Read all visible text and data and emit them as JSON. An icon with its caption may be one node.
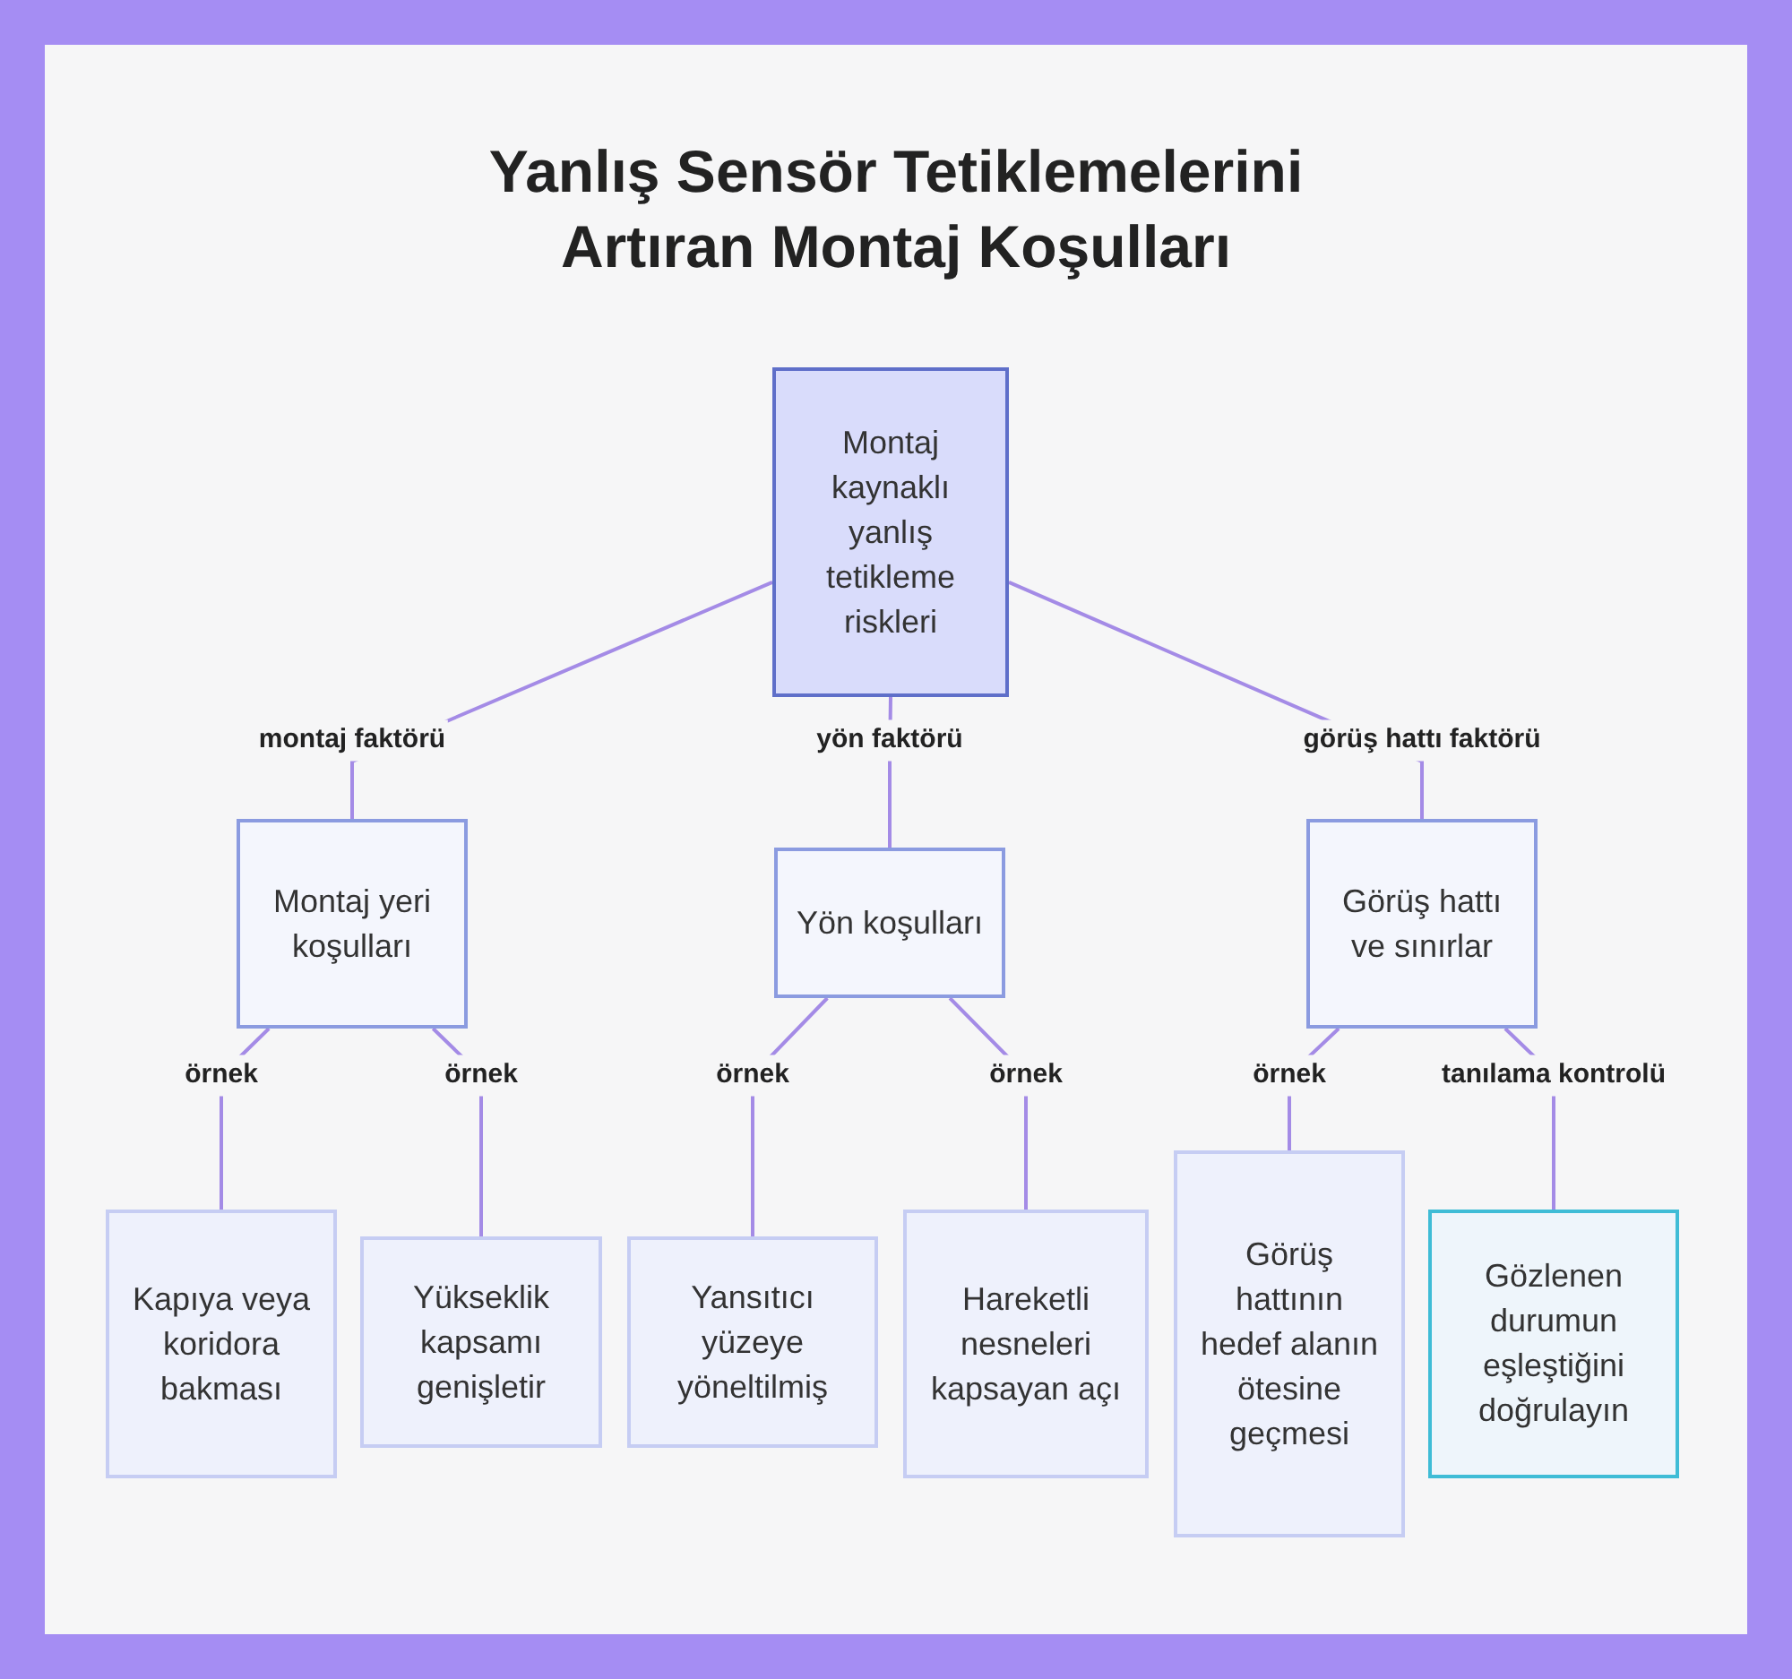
{
  "diagram": {
    "title": "Yanlış Sensör Tetiklemelerini Artıran Montaj Koşulları",
    "nodes": [
      {
        "text": [
          "Montaj kaynaklı yanlış tetikleme riskleri"
        ]
      },
      {
        "text": [
          "Montaj yeri koşulları"
        ]
      },
      {
        "text": [
          "Yön koşulları"
        ]
      },
      {
        "text": [
          "Görüş hattı ve sınırlar"
        ]
      },
      {
        "text": [
          "Kapıya veya koridora bakması"
        ]
      },
      {
        "text": [
          "Yükseklik kapsamı genişletir"
        ]
      },
      {
        "text": [
          "Yansıtıcı yüzeye yöneltilmiş"
        ]
      },
      {
        "text": [
          "Hareketli nesneleri kapsayan açı"
        ]
      },
      {
        "text": [
          "Görüş hattının hedef alanın ötesine geçmesi"
        ]
      },
      {
        "text": [
          "Gözlenen durumun eşleştiğini doğrulayın"
        ]
      }
    ],
    "edges": [
      {
        "from": 0,
        "to": 1,
        "arrow": "none",
        "label": "montaj faktörü"
      },
      {
        "from": 0,
        "to": 2,
        "arrow": "none",
        "label": "yön faktörü"
      },
      {
        "from": 0,
        "to": 3,
        "arrow": "none",
        "label": "görüş hattı faktörü"
      },
      {
        "from": 1,
        "to": 4,
        "arrow": "none",
        "label": "örnek"
      },
      {
        "from": 1,
        "to": 5,
        "arrow": "none",
        "label": "örnek"
      },
      {
        "from": 2,
        "to": 6,
        "arrow": "none",
        "label": "örnek"
      },
      {
        "from": 2,
        "to": 7,
        "arrow": "none",
        "label": "örnek"
      },
      {
        "from": 3,
        "to": 8,
        "arrow": "none",
        "label": "örnek"
      },
      {
        "from": 3,
        "to": 9,
        "arrow": "none",
        "label": "tanılama kontrolü"
      }
    ]
  }
}
